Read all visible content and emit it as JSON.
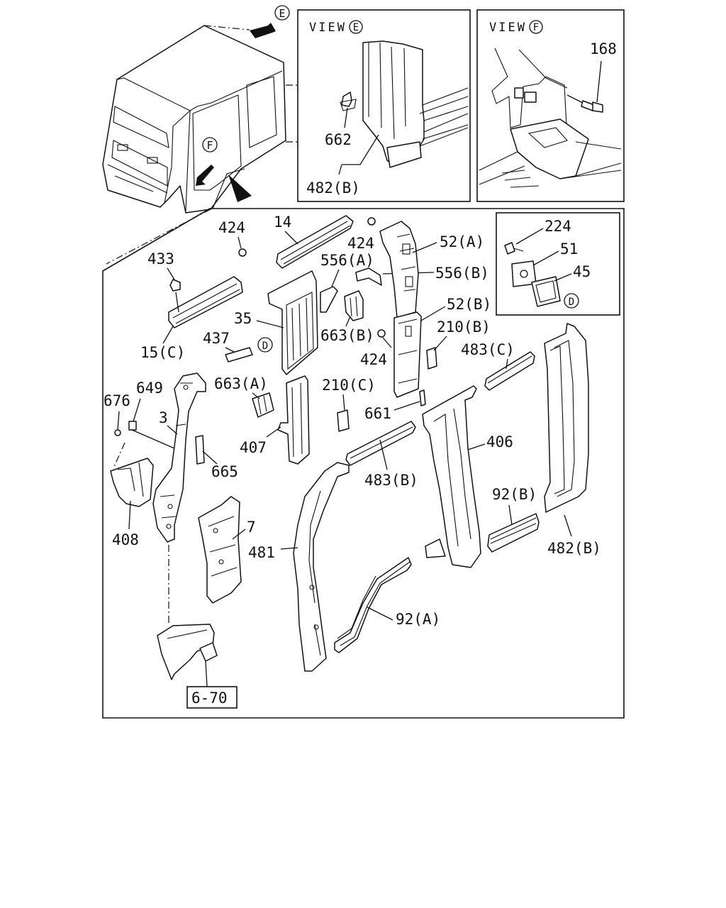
{
  "views": {
    "view_e": {
      "title": "VIEW",
      "marker": "E"
    },
    "view_f": {
      "title": "VIEW",
      "marker": "F"
    }
  },
  "markers": {
    "e": "E",
    "f": "F",
    "d": "D"
  },
  "callouts": {
    "c168": "168",
    "c662": "662",
    "c482b_top": "482(B)",
    "c424_a": "424",
    "c14": "14",
    "c424_b": "424",
    "c52a": "52(A)",
    "c224": "224",
    "c51": "51",
    "c45": "45",
    "c433": "433",
    "c556a": "556(A)",
    "c556b": "556(B)",
    "c35": "35",
    "c52b": "52(B)",
    "c210b": "210(B)",
    "c663b": "663(B)",
    "c437": "437",
    "c424_c": "424",
    "c483c": "483(C)",
    "c15c": "15(C)",
    "c663a": "663(A)",
    "c210c": "210(C)",
    "c676": "676",
    "c649": "649",
    "c3": "3",
    "c661": "661",
    "c406": "406",
    "c407": "407",
    "c665": "665",
    "c483b": "483(B)",
    "c92b": "92(B)",
    "c408": "408",
    "c7": "7",
    "c481": "481",
    "c482b": "482(B)",
    "c92a": "92(A)",
    "ref": "6-70"
  }
}
